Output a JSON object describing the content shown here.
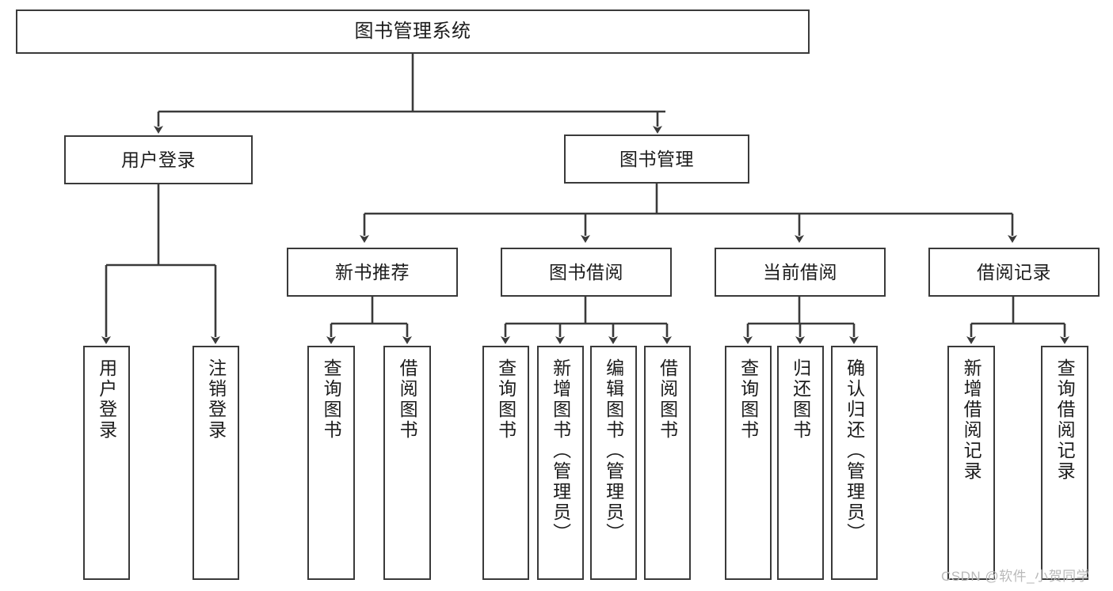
{
  "diagram": {
    "type": "tree-hierarchy",
    "title": "图书管理系统",
    "root": {
      "label": "图书管理系统"
    },
    "level2": [
      {
        "label": "用户登录"
      },
      {
        "label": "图书管理"
      }
    ],
    "level3": [
      {
        "label": "新书推荐"
      },
      {
        "label": "图书借阅"
      },
      {
        "label": "当前借阅"
      },
      {
        "label": "借阅记录"
      }
    ],
    "leaves": {
      "user_login": [
        {
          "label": "用户登录"
        },
        {
          "label": "注销登录"
        }
      ],
      "new_book_recommend": [
        {
          "label": "查询图书"
        },
        {
          "label": "借阅图书"
        }
      ],
      "book_borrow": [
        {
          "label": "查询图书"
        },
        {
          "label": "新增图书（管理员）"
        },
        {
          "label": "编辑图书（管理员）"
        },
        {
          "label": "借阅图书"
        }
      ],
      "current_borrow": [
        {
          "label": "查询图书"
        },
        {
          "label": "归还图书"
        },
        {
          "label": "确认归还（管理员）"
        }
      ],
      "borrow_record": [
        {
          "label": "新增借阅记录"
        },
        {
          "label": "查询借阅记录"
        }
      ]
    }
  },
  "watermark": {
    "text": "CSDN @软件_小贺同学"
  },
  "colors": {
    "stroke": "#3a3a3a",
    "text": "#1c1c1c",
    "background": "#ffffff",
    "watermark": "#b9b9b9"
  }
}
